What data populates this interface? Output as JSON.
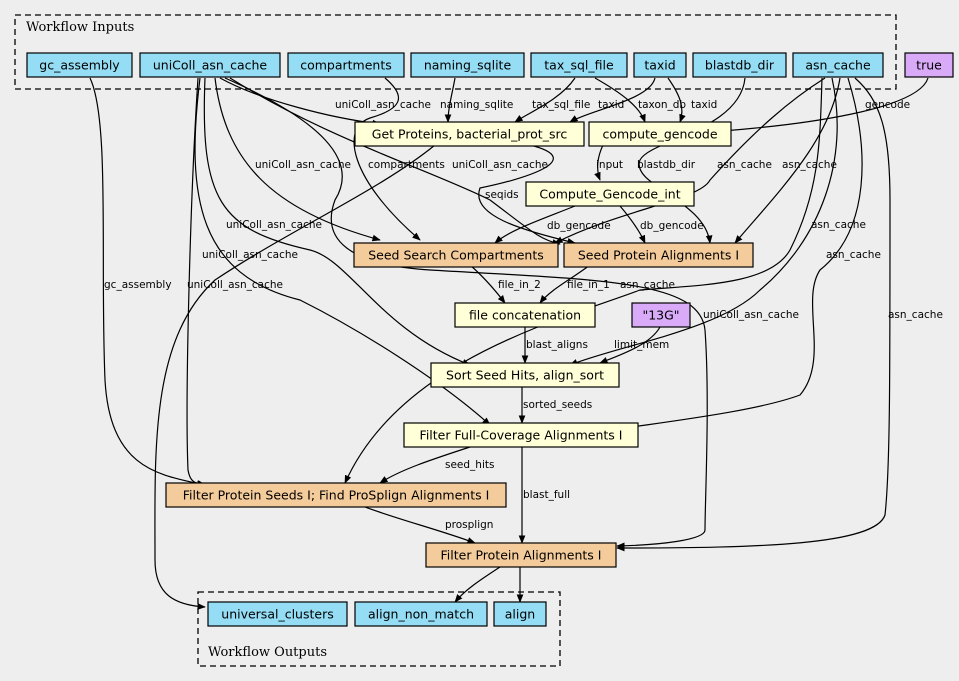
{
  "clusters": {
    "inputs_label": "Workflow Inputs",
    "outputs_label": "Workflow Outputs"
  },
  "inputs": {
    "gc_assembly": "gc_assembly",
    "unicoll_asn_cache": "uniColl_asn_cache",
    "compartments": "compartments",
    "naming_sqlite": "naming_sqlite",
    "tax_sql_file": "tax_sql_file",
    "taxid": "taxid",
    "blastdb_dir": "blastdb_dir",
    "asn_cache": "asn_cache"
  },
  "constants": {
    "true_value": "true",
    "mem_value": "\"13G\""
  },
  "steps": {
    "get_proteins": "Get Proteins, bacterial_prot_src",
    "compute_gencode": "compute_gencode",
    "compute_gencode_int": "Compute_Gencode_int",
    "file_concatenation": "file concatenation",
    "sort_seed_hits": "Sort Seed Hits, align_sort",
    "filter_full_coverage": "Filter Full-Coverage Alignments I"
  },
  "subworkflows": {
    "seed_search": "Seed Search Compartments",
    "seed_protein": "Seed Protein Alignments I",
    "filter_seeds": "Filter Protein Seeds I; Find ProSplign Alignments I",
    "filter_protein": "Filter Protein Alignments I"
  },
  "outputs": {
    "universal_clusters": "universal_clusters",
    "align_non_match": "align_non_match",
    "align": "align"
  },
  "edge_labels": {
    "gencode": "gencode",
    "unicoll_to_getprot": "uniColl_asn_cache",
    "naming_to_getprot": "naming_sqlite",
    "tax_to_getprot": "tax_sql_file",
    "taxid_to_getprot": "taxid",
    "tax_to_compute": "taxon_db",
    "taxid_to_compute": "taxid",
    "compartments_to_seedsearch": "compartments",
    "unicoll_to_seedsearch": "uniColl_asn_cache",
    "unicoll_to_seedprot": "uniColl_asn_cache",
    "seqids": "seqids",
    "input": "input",
    "blastdb_dir": "blastdb_dir",
    "asn_to_seedsearch": "asn_cache",
    "asn_to_seedprot": "asn_cache",
    "db_gencode_1": "db_gencode",
    "db_gencode_2": "db_gencode",
    "unicoll_to_sort": "uniColl_asn_cache",
    "unicoll_to_filterfull": "uniColl_asn_cache",
    "gc_assembly": "gc_assembly",
    "unicoll_to_filterseeds": "uniColl_asn_cache",
    "asn_to_sort": "asn_cache",
    "asn_to_filterfull": "asn_cache",
    "file_in_2": "file_in_2",
    "file_in_1": "file_in_1",
    "asn_to_filterseeds": "asn_cache",
    "unicoll_to_filterprot": "uniColl_asn_cache",
    "asn_to_filterprot": "asn_cache",
    "blast_aligns": "blast_aligns",
    "limit_mem": "limit_mem",
    "sorted_seeds": "sorted_seeds",
    "seed_hits": "seed_hits",
    "blast_full": "blast_full",
    "prosplign": "prosplign"
  }
}
